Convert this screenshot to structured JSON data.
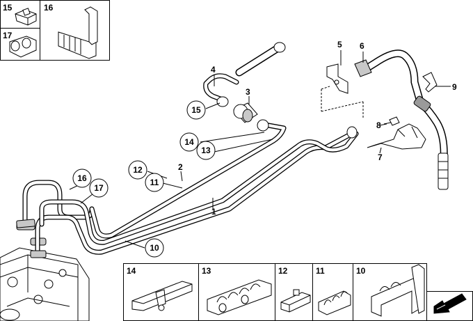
{
  "callouts": [
    {
      "id": "1",
      "text": "1",
      "circled": false
    },
    {
      "id": "2",
      "text": "2",
      "circled": false
    },
    {
      "id": "3",
      "text": "3",
      "circled": false
    },
    {
      "id": "4",
      "text": "4",
      "circled": false
    },
    {
      "id": "5",
      "text": "5",
      "circled": false
    },
    {
      "id": "6",
      "text": "6",
      "circled": false
    },
    {
      "id": "7",
      "text": "7",
      "circled": false
    },
    {
      "id": "8",
      "text": "8",
      "circled": false
    },
    {
      "id": "9",
      "text": "9",
      "circled": false
    },
    {
      "id": "10",
      "text": "10",
      "circled": true
    },
    {
      "id": "11",
      "text": "11",
      "circled": true
    },
    {
      "id": "12",
      "text": "12",
      "circled": true
    },
    {
      "id": "13",
      "text": "13",
      "circled": true
    },
    {
      "id": "14",
      "text": "14",
      "circled": true
    },
    {
      "id": "15",
      "text": "15",
      "circled": true
    },
    {
      "id": "16",
      "text": "16",
      "circled": true
    },
    {
      "id": "17",
      "text": "17",
      "circled": true
    }
  ],
  "inset_top": {
    "cells": [
      {
        "id": "15",
        "label": "15"
      },
      {
        "id": "16",
        "label": "16"
      },
      {
        "id": "17",
        "label": "17"
      }
    ]
  },
  "inset_bottom": {
    "cells": [
      {
        "id": "14",
        "label": "14"
      },
      {
        "id": "13",
        "label": "13"
      },
      {
        "id": "12",
        "label": "12"
      },
      {
        "id": "11",
        "label": "11"
      },
      {
        "id": "10",
        "label": "10"
      }
    ]
  },
  "icons": {
    "direction": "direction-arrow-icon"
  }
}
